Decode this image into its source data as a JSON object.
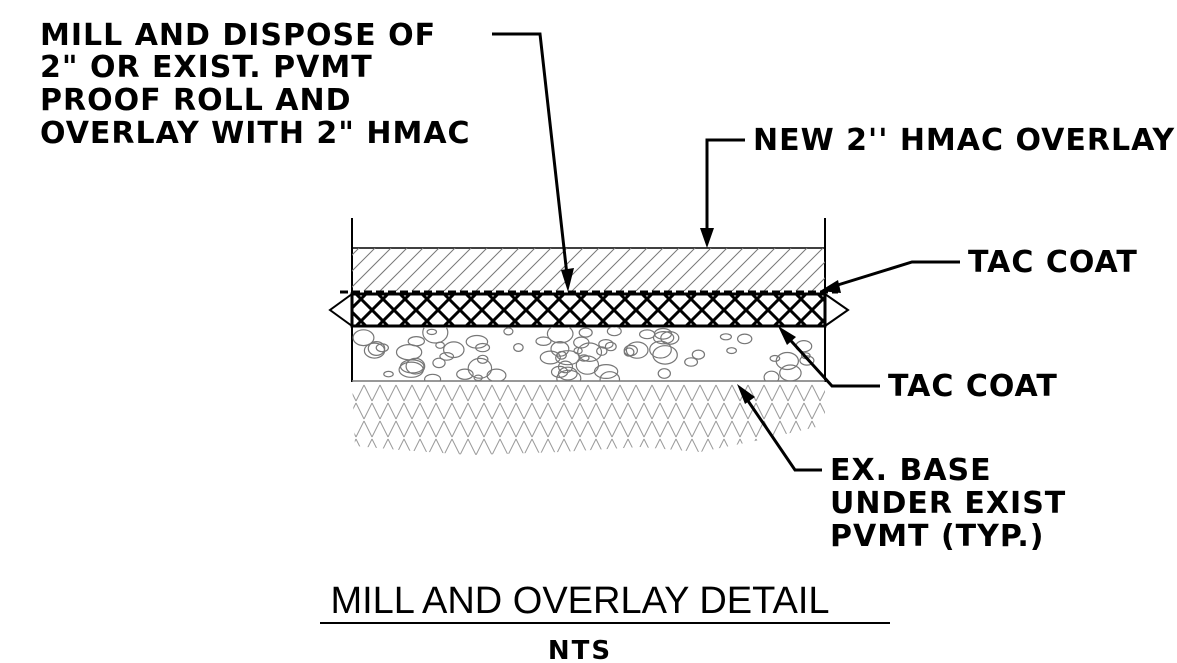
{
  "callouts": {
    "mill": [
      "MILL AND DISPOSE OF",
      "2\" OR EXIST. PVMT",
      "PROOF ROLL AND",
      "OVERLAY WITH 2\" HMAC"
    ],
    "new_overlay": "NEW 2'' HMAC OVERLAY",
    "tac_coat_top": "TAC COAT",
    "tac_coat_bottom": "TAC COAT",
    "base": [
      "EX. BASE",
      "UNDER EXIST",
      "PVMT (TYP.)"
    ]
  },
  "title": "MILL AND OVERLAY DETAIL",
  "scale_note": "NTS",
  "colors": {
    "ink": "#000000",
    "paper": "#ffffff",
    "hatch": "#888888"
  }
}
